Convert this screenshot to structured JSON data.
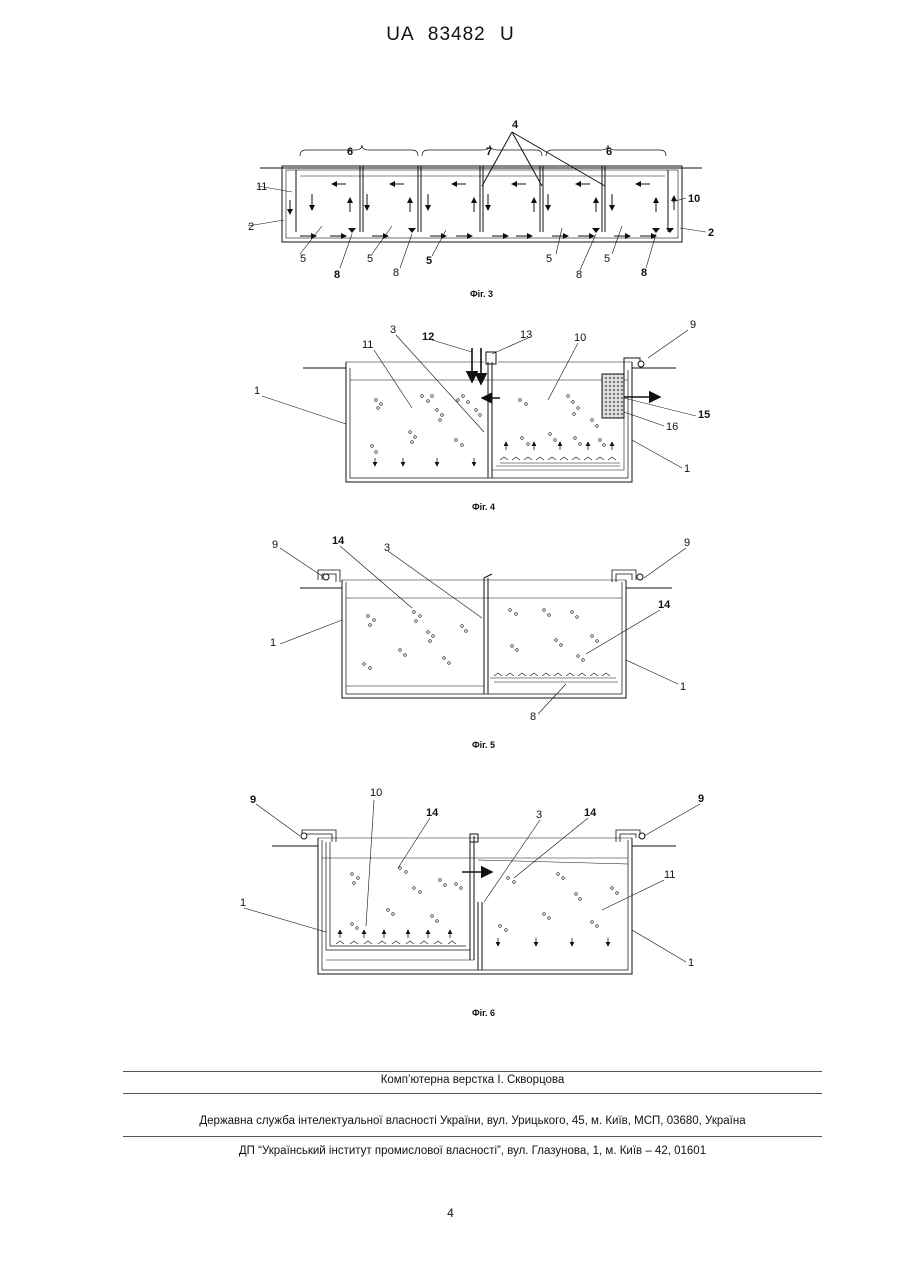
{
  "header": {
    "doc_id": "UA   83482   U"
  },
  "figures": {
    "fig3": {
      "caption": "Фіг. 3",
      "labels": {
        "l4": "4",
        "l6a": "6",
        "l7": "7",
        "l6b": "6",
        "l11": "11",
        "l2a": "2",
        "l10": "10",
        "l2b": "2",
        "l5a": "5",
        "l5b": "5",
        "l5c": "5",
        "l5d": "5",
        "l5e": "5",
        "l8a": "8",
        "l8b": "8",
        "l8c": "8",
        "l8d": "8"
      }
    },
    "fig4": {
      "caption": "Фіг. 4",
      "labels": {
        "l1a": "1",
        "l11": "11",
        "l3": "3",
        "l12": "12",
        "l13": "13",
        "l10": "10",
        "l9": "9",
        "l15": "15",
        "l16": "16",
        "l1b": "1"
      }
    },
    "fig5": {
      "caption": "Фіг. 5",
      "labels": {
        "l9a": "9",
        "l14a": "14",
        "l3": "3",
        "l9b": "9",
        "l1a": "1",
        "l14b": "14",
        "l1b": "1",
        "l8": "8"
      }
    },
    "fig6": {
      "caption": "Фіг. 6",
      "labels": {
        "l9a": "9",
        "l10": "10",
        "l14a": "14",
        "l3": "3",
        "l14b": "14",
        "l9b": "9",
        "l1a": "1",
        "l11": "11",
        "l1b": "1"
      }
    }
  },
  "footer": {
    "compositor": "Комп’ютерна верстка І. Скворцова",
    "office": "Державна служба інтелектуальної власності України, вул. Урицького, 45, м. Київ, МСП, 03680, Україна",
    "institute": "ДП “Український інститут промислової власності”, вул. Глазунова, 1, м. Київ – 42, 01601"
  },
  "page_number": "4"
}
